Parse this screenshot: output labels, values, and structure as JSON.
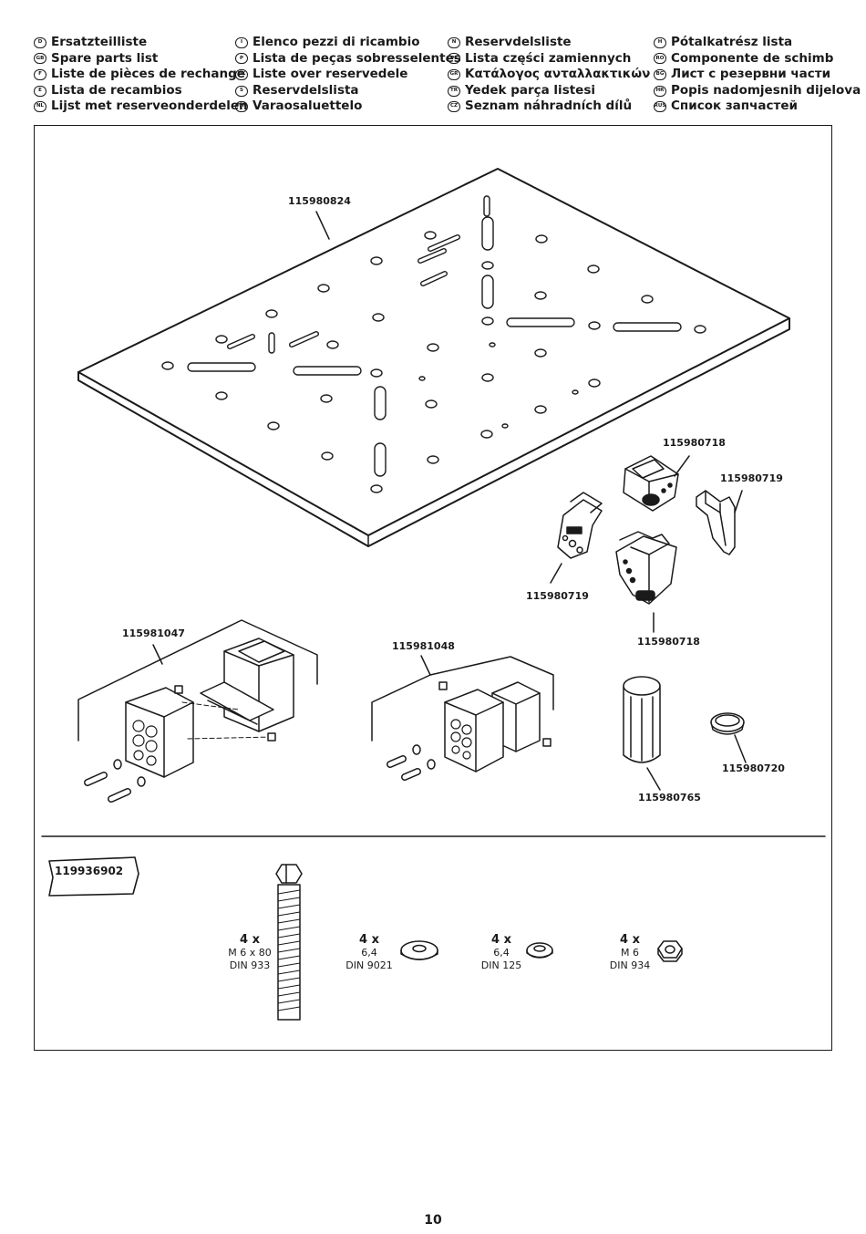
{
  "languages": [
    [
      {
        "code": "D",
        "label": "Ersatzteilliste"
      },
      {
        "code": "GB",
        "label": "Spare parts list"
      },
      {
        "code": "F",
        "label": "Liste de pièces de rechange"
      },
      {
        "code": "E",
        "label": "Lista de recambios"
      },
      {
        "code": "NL",
        "label": "Lijst met reserveonderdelen"
      }
    ],
    [
      {
        "code": "I",
        "label": "Elenco pezzi di ricambio"
      },
      {
        "code": "P",
        "label": "Lista de peças sobresselentes"
      },
      {
        "code": "DK",
        "label": "Liste over reservedele"
      },
      {
        "code": "S",
        "label": "Reservdelslista"
      },
      {
        "code": "FIN",
        "label": "Varaosaluettelo"
      }
    ],
    [
      {
        "code": "N",
        "label": "Reservdelsliste"
      },
      {
        "code": "PL",
        "label": "Lista części zamiennych"
      },
      {
        "code": "GR",
        "label": "Κατάλογος ανταλλακτικών"
      },
      {
        "code": "TR",
        "label": "Yedek parça listesi"
      },
      {
        "code": "CZ",
        "label": "Seznam náhradních dílů"
      }
    ],
    [
      {
        "code": "H",
        "label": "Pótalkatrész lista"
      },
      {
        "code": "RO",
        "label": "Componente de schimb"
      },
      {
        "code": "BG",
        "label": "Лист с резервни части"
      },
      {
        "code": "HR",
        "label": "Popis nadomjesnih dijelova"
      },
      {
        "code": "RUS",
        "label": "Список запчастей"
      }
    ]
  ],
  "parts": {
    "plate": "115980824",
    "clamp_top": "115980718",
    "clamp_right": "115980719",
    "clamp_left": "115980719",
    "clamp_bottom": "115980718",
    "block_a": "115981047",
    "block_b": "115981048",
    "handle": "115980765",
    "cap": "115980720"
  },
  "kit": {
    "number": "119936902",
    "items": [
      {
        "qty": "4 x",
        "size": "M 6 x 80",
        "standard": "DIN 933",
        "icon": "hex-bolt-icon"
      },
      {
        "qty": "4 x",
        "size": "6,4",
        "standard": "DIN 9021",
        "icon": "large-washer-icon"
      },
      {
        "qty": "4 x",
        "size": "6,4",
        "standard": "DIN 125",
        "icon": "washer-icon"
      },
      {
        "qty": "4 x",
        "size": "M 6",
        "standard": "DIN 934",
        "icon": "hex-nut-icon"
      }
    ]
  },
  "page_number": "10"
}
